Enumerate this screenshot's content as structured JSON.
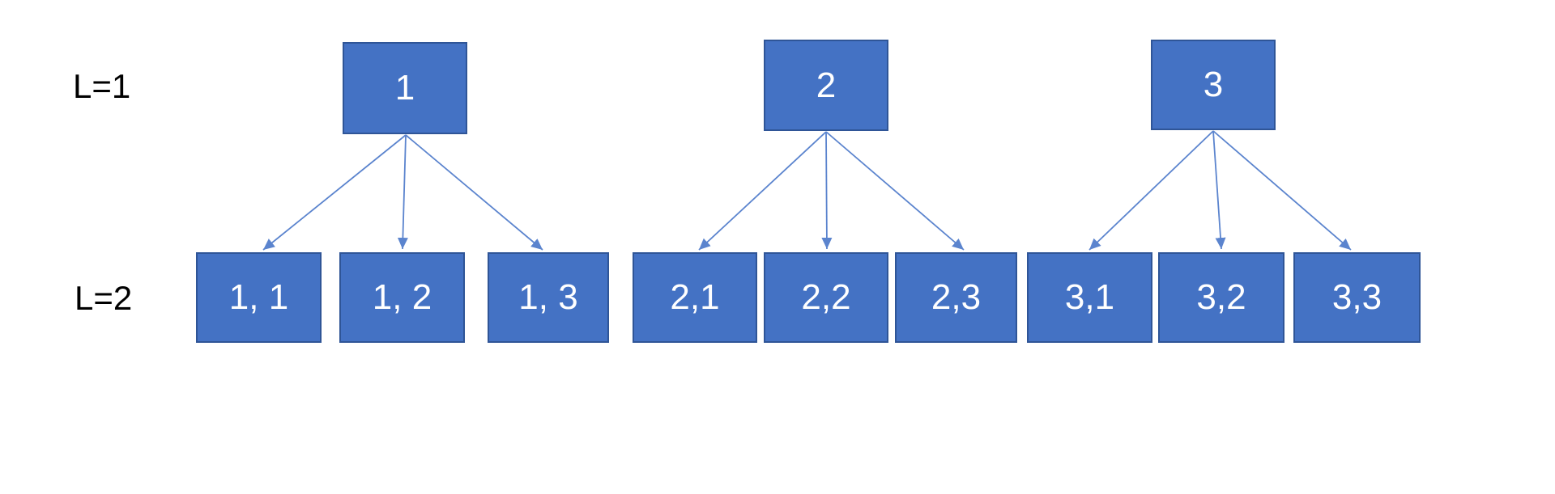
{
  "slide": {
    "background": "#FFFFFF"
  },
  "colors": {
    "node_fill": "#4472C4",
    "node_border": "#2F5597",
    "node_text": "#FFFFFF",
    "arrow": "#5B84CE",
    "label_text": "#000000"
  },
  "diagram": {
    "type": "tree",
    "levels": [
      {
        "label": "L=1",
        "nodes": [
          {
            "label": "1"
          },
          {
            "label": "2"
          },
          {
            "label": "3"
          }
        ]
      },
      {
        "label": "L=2",
        "nodes": [
          {
            "label": "1, 1"
          },
          {
            "label": "1, 2"
          },
          {
            "label": "1, 3"
          },
          {
            "label": "2,1"
          },
          {
            "label": "2,2"
          },
          {
            "label": "2,3"
          },
          {
            "label": "3,1"
          },
          {
            "label": "3,2"
          },
          {
            "label": "3,3"
          }
        ]
      }
    ],
    "edges": [
      {
        "from": "1",
        "to": "1, 1"
      },
      {
        "from": "1",
        "to": "1, 2"
      },
      {
        "from": "1",
        "to": "1, 3"
      },
      {
        "from": "2",
        "to": "2,1"
      },
      {
        "from": "2",
        "to": "2,2"
      },
      {
        "from": "2",
        "to": "2,3"
      },
      {
        "from": "3",
        "to": "3,1"
      },
      {
        "from": "3",
        "to": "3,2"
      },
      {
        "from": "3",
        "to": "3,3"
      }
    ]
  }
}
